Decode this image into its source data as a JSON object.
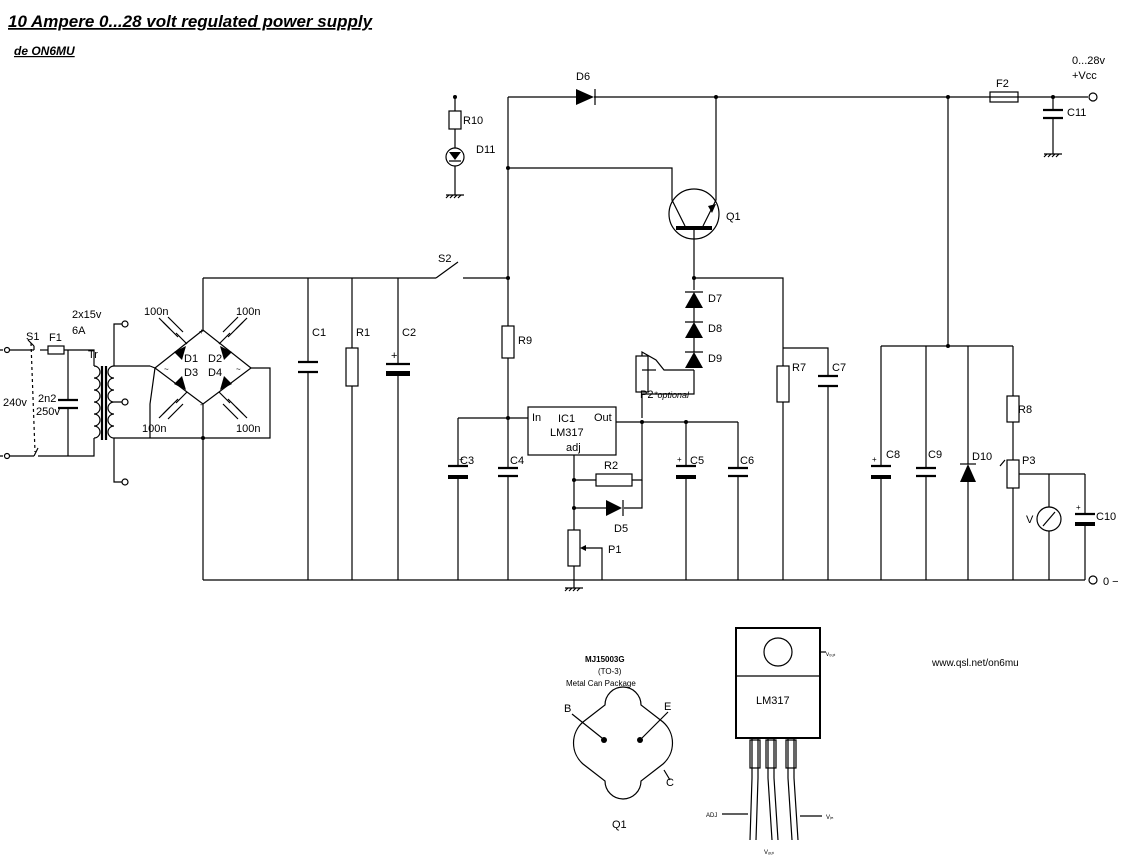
{
  "title": "10  Ampere 0...28 volt regulated power supply",
  "author": "de ON6MU",
  "website": "www.qsl.net/on6mu",
  "terminals": {
    "out_pos_line1": "0...28v",
    "out_pos_line2": "+Vcc",
    "out_neg": "0  −"
  },
  "mains": {
    "voltage": "240v",
    "switch": "S1",
    "fuse": "F1",
    "cap_value": "2n2",
    "cap_rating": "250v",
    "transformer": "Tr",
    "secondary_line1": "2x15v",
    "secondary_line2": "6A"
  },
  "bridge": {
    "d1": "D1",
    "d2": "D2",
    "d3": "D3",
    "d4": "D4",
    "cap_tl": "100n",
    "cap_tr": "100n",
    "cap_bl": "100n",
    "cap_br": "100n",
    "plus": "+",
    "minus": "-",
    "ac_left": "~",
    "ac_right": "~"
  },
  "components": {
    "c1": "C1",
    "r1": "R1",
    "c2": "C2",
    "c2_plus": "+",
    "s2": "S2",
    "r9": "R9",
    "r10": "R10",
    "d11": "D11",
    "d6": "D6",
    "q1": "Q1",
    "d7": "D7",
    "d8": "D8",
    "d9": "D9",
    "p2": "P2",
    "p2_note": "*optional",
    "r7": "R7",
    "c7": "C7",
    "c3": "C3",
    "c4": "C4",
    "ic_in": "In",
    "ic_name": "IC1",
    "ic_type": "LM317",
    "ic_out": "Out",
    "ic_adj": "adj",
    "r2": "R2",
    "d5": "D5",
    "p1": "P1",
    "c5": "C5",
    "c6": "C6",
    "c8": "C8",
    "c9": "C9",
    "d10": "D10",
    "r8": "R8",
    "p3": "P3",
    "v": "V",
    "c10": "C10",
    "f2": "F2",
    "c11": "C11"
  },
  "mj_package": {
    "part": "MJ15003G",
    "package": "(TO-3)",
    "desc": "Metal Can Package",
    "pin_b": "B",
    "pin_e": "E",
    "pin_c": "C",
    "label": "Q1"
  },
  "lm_package": {
    "label": "LM317",
    "vout_tab": "v₀ᵤₜ",
    "adj": "ADJ",
    "vin": "Vᵢₙ",
    "vout": "Vₒᵤₜ"
  }
}
